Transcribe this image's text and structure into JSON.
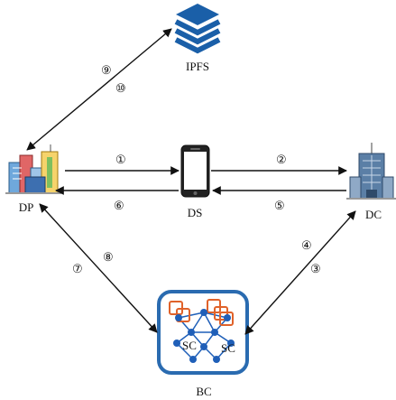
{
  "nodes": {
    "ipfs": {
      "label": "IPFS",
      "icon": "stacked-layers-icon"
    },
    "dp": {
      "label": "DP",
      "icon": "city-buildings-icon"
    },
    "ds": {
      "label": "DS",
      "icon": "smartphone-icon"
    },
    "dc": {
      "label": "DC",
      "icon": "office-tower-icon"
    },
    "bc": {
      "label": "BC",
      "icon": "blockchain-network-icon",
      "sc_labels": [
        "SC",
        "SC"
      ]
    }
  },
  "steps": [
    "①",
    "②",
    "③",
    "④",
    "⑤",
    "⑥",
    "⑦",
    "⑧",
    "⑨",
    "⑩"
  ],
  "colors": {
    "ipfs_blue": "#1a5fa8",
    "bc_border": "#2a6bb0",
    "node_blue": "#1f5fb8",
    "chip_orange": "#e0622a",
    "line": "#111111"
  }
}
